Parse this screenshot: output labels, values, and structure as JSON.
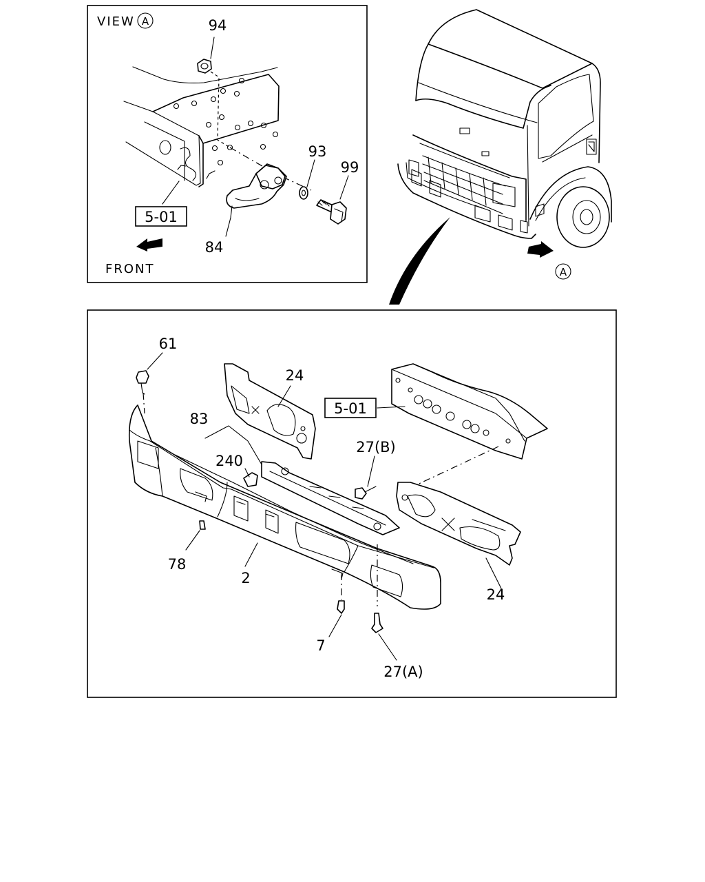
{
  "view_panel": {
    "title_prefix": "VIEW",
    "title_circle": "A",
    "front_label": "FRONT",
    "refs": {
      "frame_ref": "5-01"
    },
    "callouts": {
      "nut": "94",
      "washer": "93",
      "bolt": "99",
      "hook": "84"
    }
  },
  "truck_view": {
    "view_arrow_label": "A"
  },
  "main_panel": {
    "refs": {
      "frame_ref": "5-01"
    },
    "callouts": {
      "bolt_top": "61",
      "bracket_top": "24",
      "stay_group": "83",
      "clip": "240",
      "bolt_b": "27(B)",
      "bumper": "2",
      "plug": "78",
      "bracket_bottom": "24",
      "screw": "7",
      "bolt_a": "27(A)"
    }
  }
}
